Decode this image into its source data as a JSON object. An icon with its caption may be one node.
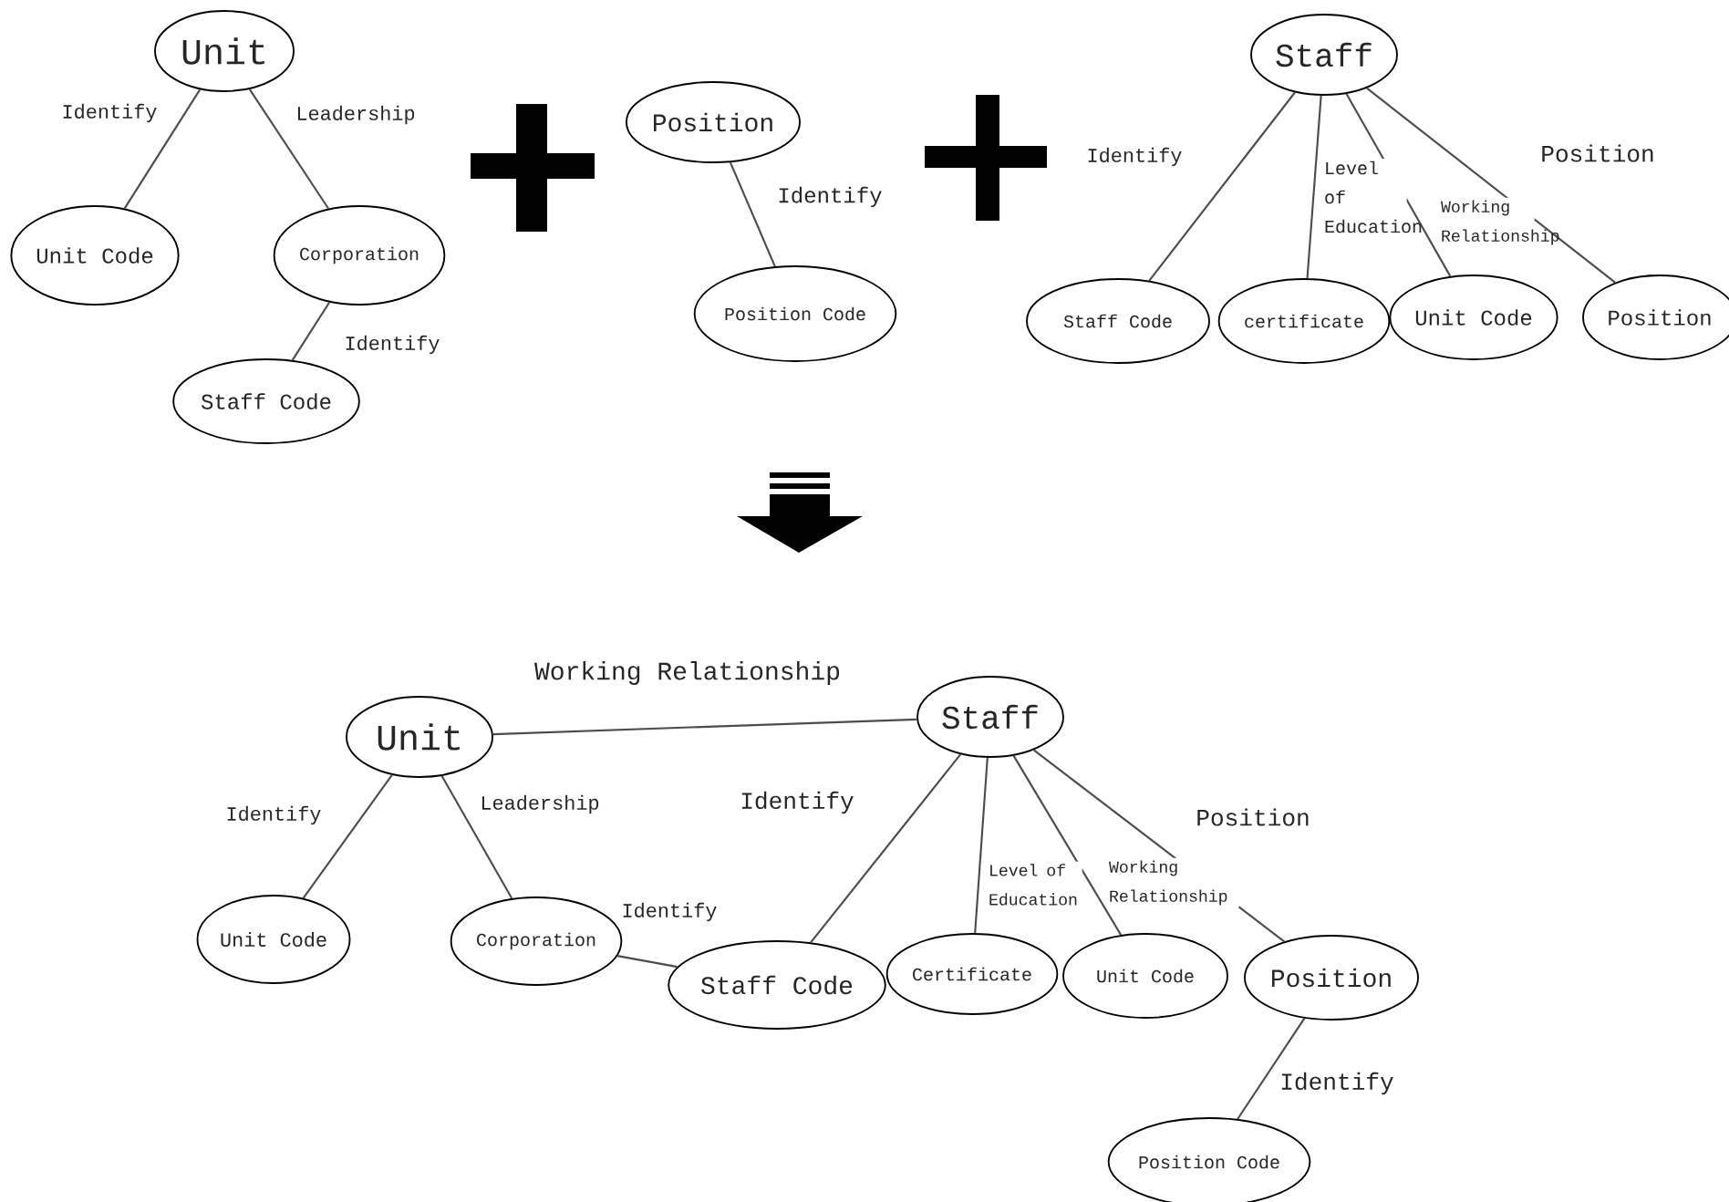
{
  "diagram": {
    "nodes": [
      {
        "text": [
          "Unit"
        ]
      },
      {
        "text": [
          "Unit Code"
        ]
      },
      {
        "text": [
          "Corporation"
        ]
      },
      {
        "text": [
          "Staff Code"
        ]
      },
      {
        "text": [
          "Position"
        ]
      },
      {
        "text": [
          "Position Code"
        ]
      },
      {
        "text": [
          "Staff"
        ]
      },
      {
        "text": [
          "Staff Code"
        ]
      },
      {
        "text": [
          "certificate"
        ]
      },
      {
        "text": [
          "Unit Code"
        ]
      },
      {
        "text": [
          "Position"
        ]
      },
      {
        "text": [
          "Unit"
        ]
      },
      {
        "text": [
          "Staff"
        ]
      },
      {
        "text": [
          "Unit Code"
        ]
      },
      {
        "text": [
          "Corporation"
        ]
      },
      {
        "text": [
          "Staff Code"
        ]
      },
      {
        "text": [
          "Certificate"
        ]
      },
      {
        "text": [
          "Unit Code"
        ]
      },
      {
        "text": [
          "Position"
        ]
      },
      {
        "text": [
          "Position Code"
        ]
      }
    ],
    "edges": [
      {
        "from": 0,
        "to": 1,
        "arrow": "none",
        "label": "Identify"
      },
      {
        "from": 0,
        "to": 2,
        "arrow": "none",
        "label": "Leadership"
      },
      {
        "from": 2,
        "to": 3,
        "arrow": "none",
        "label": "Identify"
      },
      {
        "from": 4,
        "to": 5,
        "arrow": "none",
        "label": "Identify"
      },
      {
        "from": 6,
        "to": 7,
        "arrow": "none",
        "label": "Identify"
      },
      {
        "from": 6,
        "to": 8,
        "arrow": "none",
        "label": "Level of Education"
      },
      {
        "from": 6,
        "to": 9,
        "arrow": "none",
        "label": "Working Relationship"
      },
      {
        "from": 6,
        "to": 10,
        "arrow": "none",
        "label": "Position"
      },
      {
        "from": 11,
        "to": 12,
        "arrow": "none",
        "label": "Working Relationship"
      },
      {
        "from": 11,
        "to": 13,
        "arrow": "none",
        "label": "Identify"
      },
      {
        "from": 11,
        "to": 14,
        "arrow": "none",
        "label": "Leadership"
      },
      {
        "from": 14,
        "to": 15,
        "arrow": "none",
        "label": "Identify"
      },
      {
        "from": 12,
        "to": 15,
        "arrow": "none",
        "label": "Identify"
      },
      {
        "from": 12,
        "to": 16,
        "arrow": "none",
        "label": "Level of Education"
      },
      {
        "from": 12,
        "to": 17,
        "arrow": "none",
        "label": "Working Relationship"
      },
      {
        "from": 12,
        "to": 18,
        "arrow": "none",
        "label": "Position"
      },
      {
        "from": 18,
        "to": 19,
        "arrow": "none",
        "label": "Identify"
      }
    ]
  }
}
